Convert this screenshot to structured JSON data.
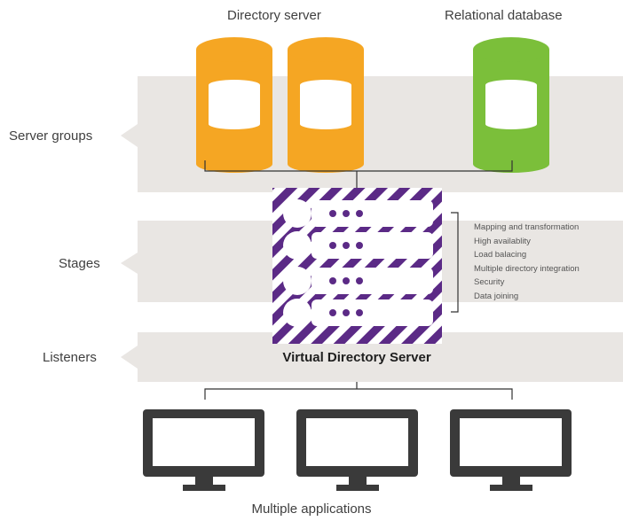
{
  "labels": {
    "directory_server": "Directory server",
    "relational_database": "Relational database",
    "server_groups": "Server groups",
    "stages": "Stages",
    "listeners": "Listeners",
    "virtual_directory_server": "Virtual Directory Server",
    "multiple_applications": "Multiple applications"
  },
  "features": [
    "Mapping and transformation",
    "High availablity",
    "Load balacing",
    "Multiple directory integration",
    "Security",
    "Data joining"
  ],
  "colors": {
    "band": "#e9e6e3",
    "directory_db": "#f5a623",
    "relational_db": "#7bbf3a",
    "vds_stripe": "#5b2a86",
    "monitor": "#3a3a3a",
    "connector": "#333333"
  },
  "icons": {
    "directory_server": "database-cylinder-icon",
    "relational_database": "database-cylinder-icon",
    "vds": "server-rack-icon",
    "application": "monitor-icon"
  }
}
